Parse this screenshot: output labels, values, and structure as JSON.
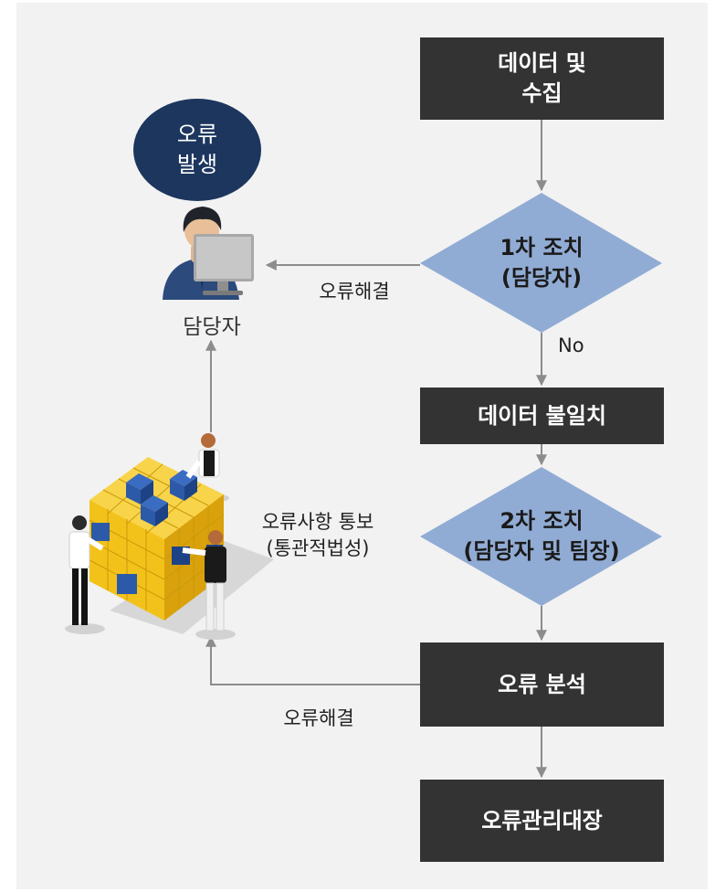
{
  "nodes": {
    "data_collect": "데이터 및\n수집",
    "first_action": "1차 조치\n(담당자)",
    "data_mismatch": "데이터 불일치",
    "second_action": "2차 조치\n(담당자 및 팀장)",
    "error_analysis": "오류 분석",
    "error_ledger": "오류관리대장"
  },
  "error_bubble": "오류\n발생",
  "person_label": "담당자",
  "edge_labels": {
    "resolve_top": "오류해결",
    "no": "No",
    "notify": "오류사항 통보\n(통관적법성)",
    "resolve_bottom": "오류해결"
  },
  "colors": {
    "box": "#333333",
    "diamond": "#91acd4",
    "bubble": "#1c365e",
    "arrow": "#8c8c8c",
    "cube": "#f3c21a",
    "cube_blue": "#2c5aa8"
  },
  "icons": [
    "person-at-monitor-icon",
    "cube-team-illustration"
  ]
}
